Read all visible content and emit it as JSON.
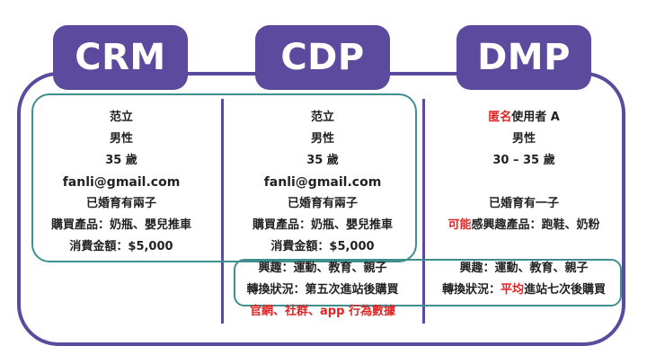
{
  "colors": {
    "accent": "#5b4a9e",
    "teal": "#3f8f8f",
    "highlight": "#e02424"
  },
  "headers": {
    "crm": "CRM",
    "cdp": "CDP",
    "dmp": "DMP"
  },
  "crm": {
    "name": "范立",
    "gender": "男性",
    "age": "35 歲",
    "email": "fanli@gmail.com",
    "family": "已婚育有兩子",
    "purchase": "購買產品：奶瓶、嬰兒推車",
    "spend": "消費金額：$5,000"
  },
  "cdp": {
    "name": "范立",
    "gender": "男性",
    "age": "35 歲",
    "email": "fanli@gmail.com",
    "family": "已婚育有兩子",
    "purchase": "購買產品：奶瓶、嬰兒推車",
    "spend": "消費金額：$5,000",
    "interest": "興趣：運動、教育、親子",
    "conversion": "轉換狀況：第五次進站後購買",
    "source": "官網、社群、app 行為數據"
  },
  "dmp": {
    "name_highlight": "匿名",
    "name_rest": "使用者 A",
    "gender": "男性",
    "age": "30 – 35 歲",
    "family": "已婚育有一子",
    "interest_product_highlight": "可能",
    "interest_product_rest": "感興趣產品：跑鞋、奶粉",
    "interest": "興趣：運動、教育、親子",
    "conversion_prefix": "轉換狀況：",
    "conversion_highlight": "平均",
    "conversion_suffix": "進站七次後購買"
  }
}
